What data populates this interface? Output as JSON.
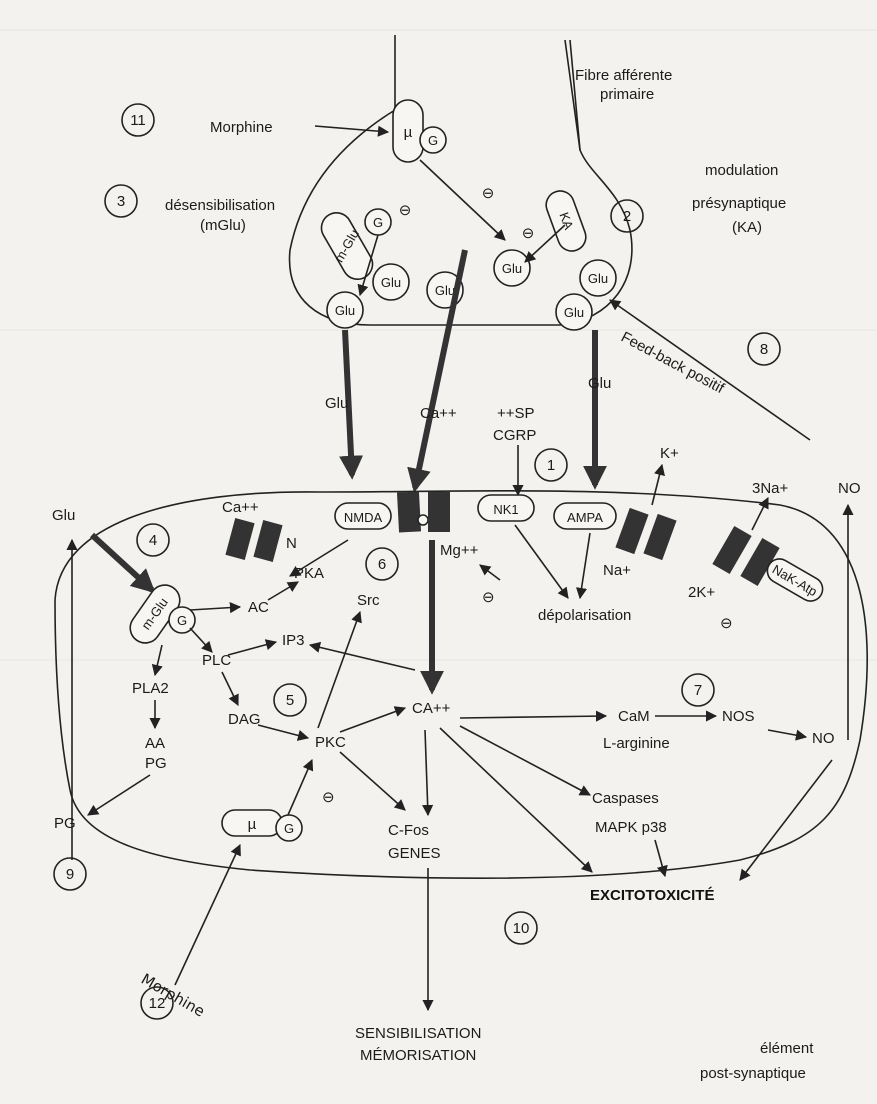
{
  "diagram": {
    "top_left_text": "Morphine",
    "mu": "µ",
    "g": "G",
    "fibre_line1": "Fibre afférente",
    "fibre_line2": "primaire",
    "desens_line1": "désensibilisation",
    "desens_line2": "(mGlu)",
    "mglu_top": "m-Glu",
    "ka": "KA",
    "glu": "Glu",
    "modulation_line1": "modulation",
    "modulation_line2": "présynaptique",
    "modulation_line3": "(KA)",
    "feedback": "Feed-back positif",
    "ca": "Ca++",
    "sp": "++SP",
    "cgrp": "CGRP",
    "kplus": "K+",
    "na3": "3Na+",
    "no": "NO",
    "nmda": "NMDA",
    "nk1": "NK1",
    "ampa": "AMPA",
    "n": "N",
    "mg": "Mg++",
    "na": "Na+",
    "k2": "2K+",
    "nakatp": "NaK-Atp",
    "depolarisation": "dépolarisation",
    "mglu_post": "m-Glu",
    "pka": "PKA",
    "ac": "AC",
    "src": "Src",
    "ip3": "IP3",
    "plc": "PLC",
    "pla2": "PLA2",
    "dag": "DAG",
    "aa": "AA",
    "pg": "PG",
    "pkc": "PKC",
    "caplus": "CA++",
    "cam": "CaM",
    "nos": "NOS",
    "larginine": "L-arginine",
    "caspases": "Caspases",
    "mapk": "MAPK p38",
    "cfos": "C-Fos",
    "genes": "GENES",
    "excitotox": "EXCITOTOXICITÉ",
    "sensib": "SENSIBILISATION",
    "memoris": "MÉMORISATION",
    "morphine_bottom": "Morphine",
    "element_line1": "élément",
    "element_line2": "post-synaptique",
    "minus": "⊖",
    "n1": "1",
    "n2": "2",
    "n3": "3",
    "n4": "4",
    "n5": "5",
    "n6": "6",
    "n7": "7",
    "n8": "8",
    "n9": "9",
    "n10": "10",
    "n11": "11",
    "n12": "12"
  }
}
